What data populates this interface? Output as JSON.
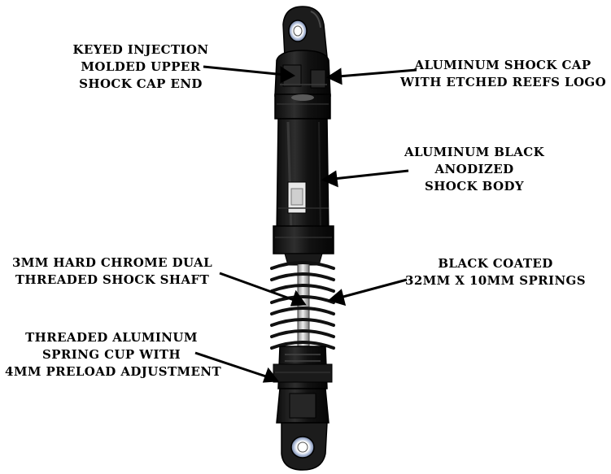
{
  "callouts": {
    "upper_end": [
      "KEYED INJECTION",
      "MOLDED UPPER",
      "SHOCK CAP END"
    ],
    "shock_cap": [
      "ALUMINUM SHOCK CAP",
      "WITH ETCHED REEFS LOGO"
    ],
    "shock_body": [
      "ALUMINUM BLACK",
      "ANODIZED",
      "SHOCK BODY"
    ],
    "shock_shaft": [
      "3MM HARD CHROME DUAL",
      "THREADED SHOCK SHAFT"
    ],
    "springs": [
      "BLACK COATED",
      "32MM X 10MM SPRINGS"
    ],
    "spring_cup": [
      "THREADED ALUMINUM",
      "SPRING CUP WITH",
      "4MM PRELOAD ADJUSTMENT"
    ]
  },
  "colors": {
    "background": "#ffffff",
    "body": "#161616",
    "highlight": "#3a3a3a",
    "shaft": "#c8c8c8",
    "eyelet_ring": "#8fa0c0"
  }
}
